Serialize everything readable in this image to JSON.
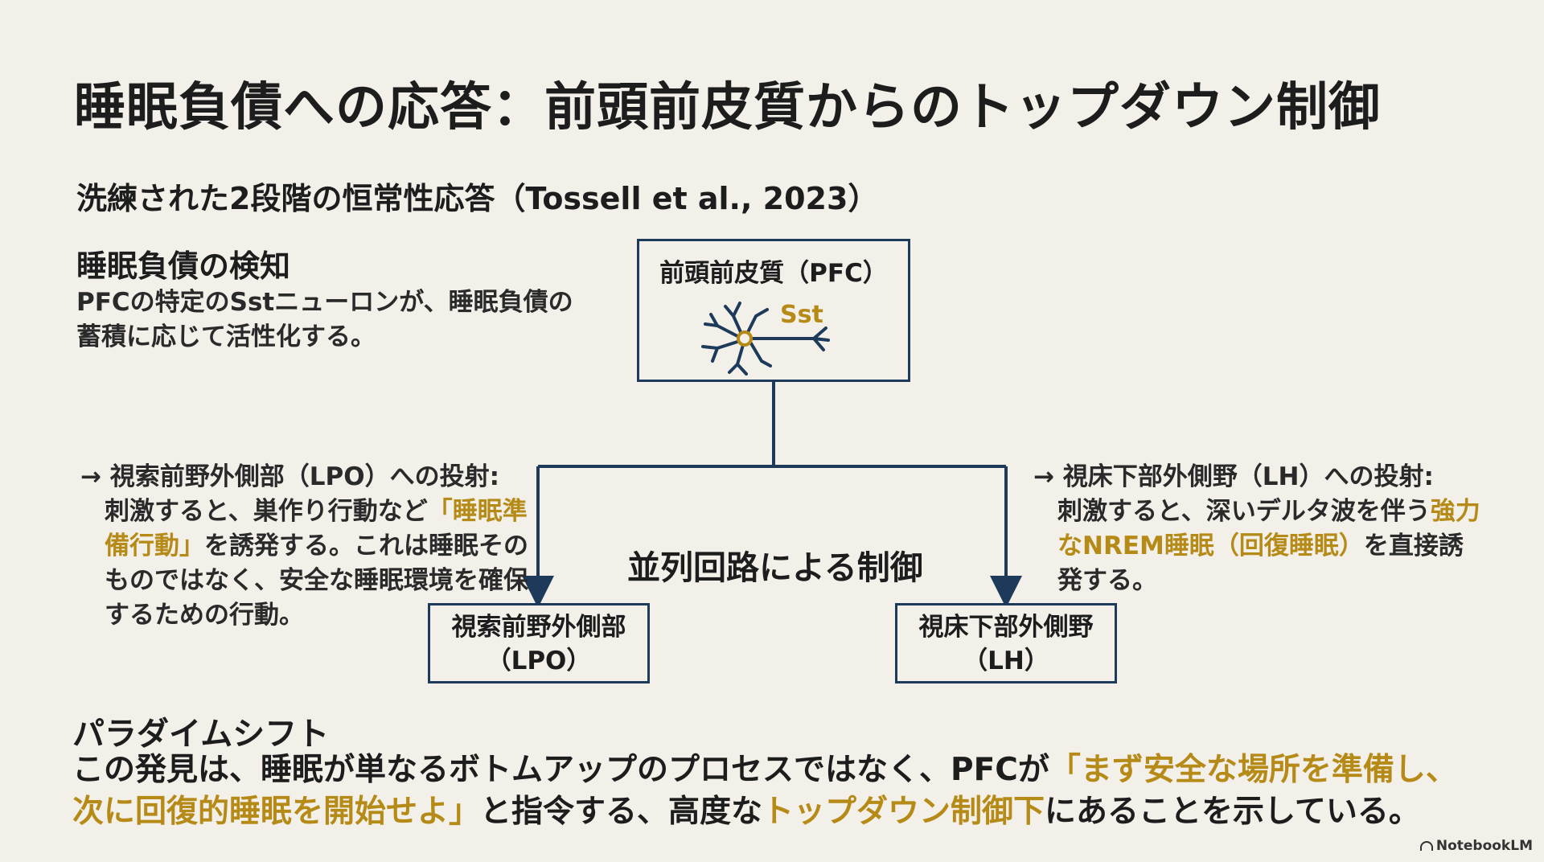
{
  "title": "睡眠負債への応答：前頭前皮質からのトップダウン制御",
  "subtitle": "洗練された2段階の恒常性応答（Tossell et al., 2023）",
  "detection": {
    "heading": "睡眠負債の検知",
    "body": "PFCの特定のSstニューロンが、睡眠負債の蓄積に応じて活性化する。"
  },
  "diagram": {
    "pfc": {
      "label": "前頭前皮質（PFC）",
      "neuron_label": "Sst"
    },
    "center_label": "並列回路による制御",
    "lpo": {
      "line1": "視索前野外側部",
      "line2": "（LPO）"
    },
    "lh": {
      "line1": "視床下部外側野",
      "line2": "（LH）"
    },
    "colors": {
      "line": "#1e3a5a",
      "accent": "#b68a17"
    }
  },
  "projections": {
    "left": {
      "heading": "→ 視索前野外側部（LPO）への投射:",
      "pre": "刺激すると、巣作り行動など",
      "highlight": "「睡眠準備行動」",
      "post": "を誘発する。これは睡眠そのものではなく、安全な睡眠環境を確保するための行動。"
    },
    "right": {
      "heading": "→ 視床下部外側野（LH）への投射:",
      "pre": "刺激すると、深いデルタ波を伴う",
      "highlight": "強力なNREM睡眠（回復睡眠）",
      "post": "を直接誘発する。"
    }
  },
  "paradigm": {
    "heading": "パラダイムシフト",
    "part1": "この発見は、睡眠が単なるボトムアップのプロセスではなく、PFCが",
    "highlight1": "「まず安全な場所を準備し、次に回復的睡眠を開始せよ」",
    "part2": "と指令する、高度な",
    "highlight2": "トップダウン制御下",
    "part3": "にあることを示している。"
  },
  "brand": "NotebookLM"
}
